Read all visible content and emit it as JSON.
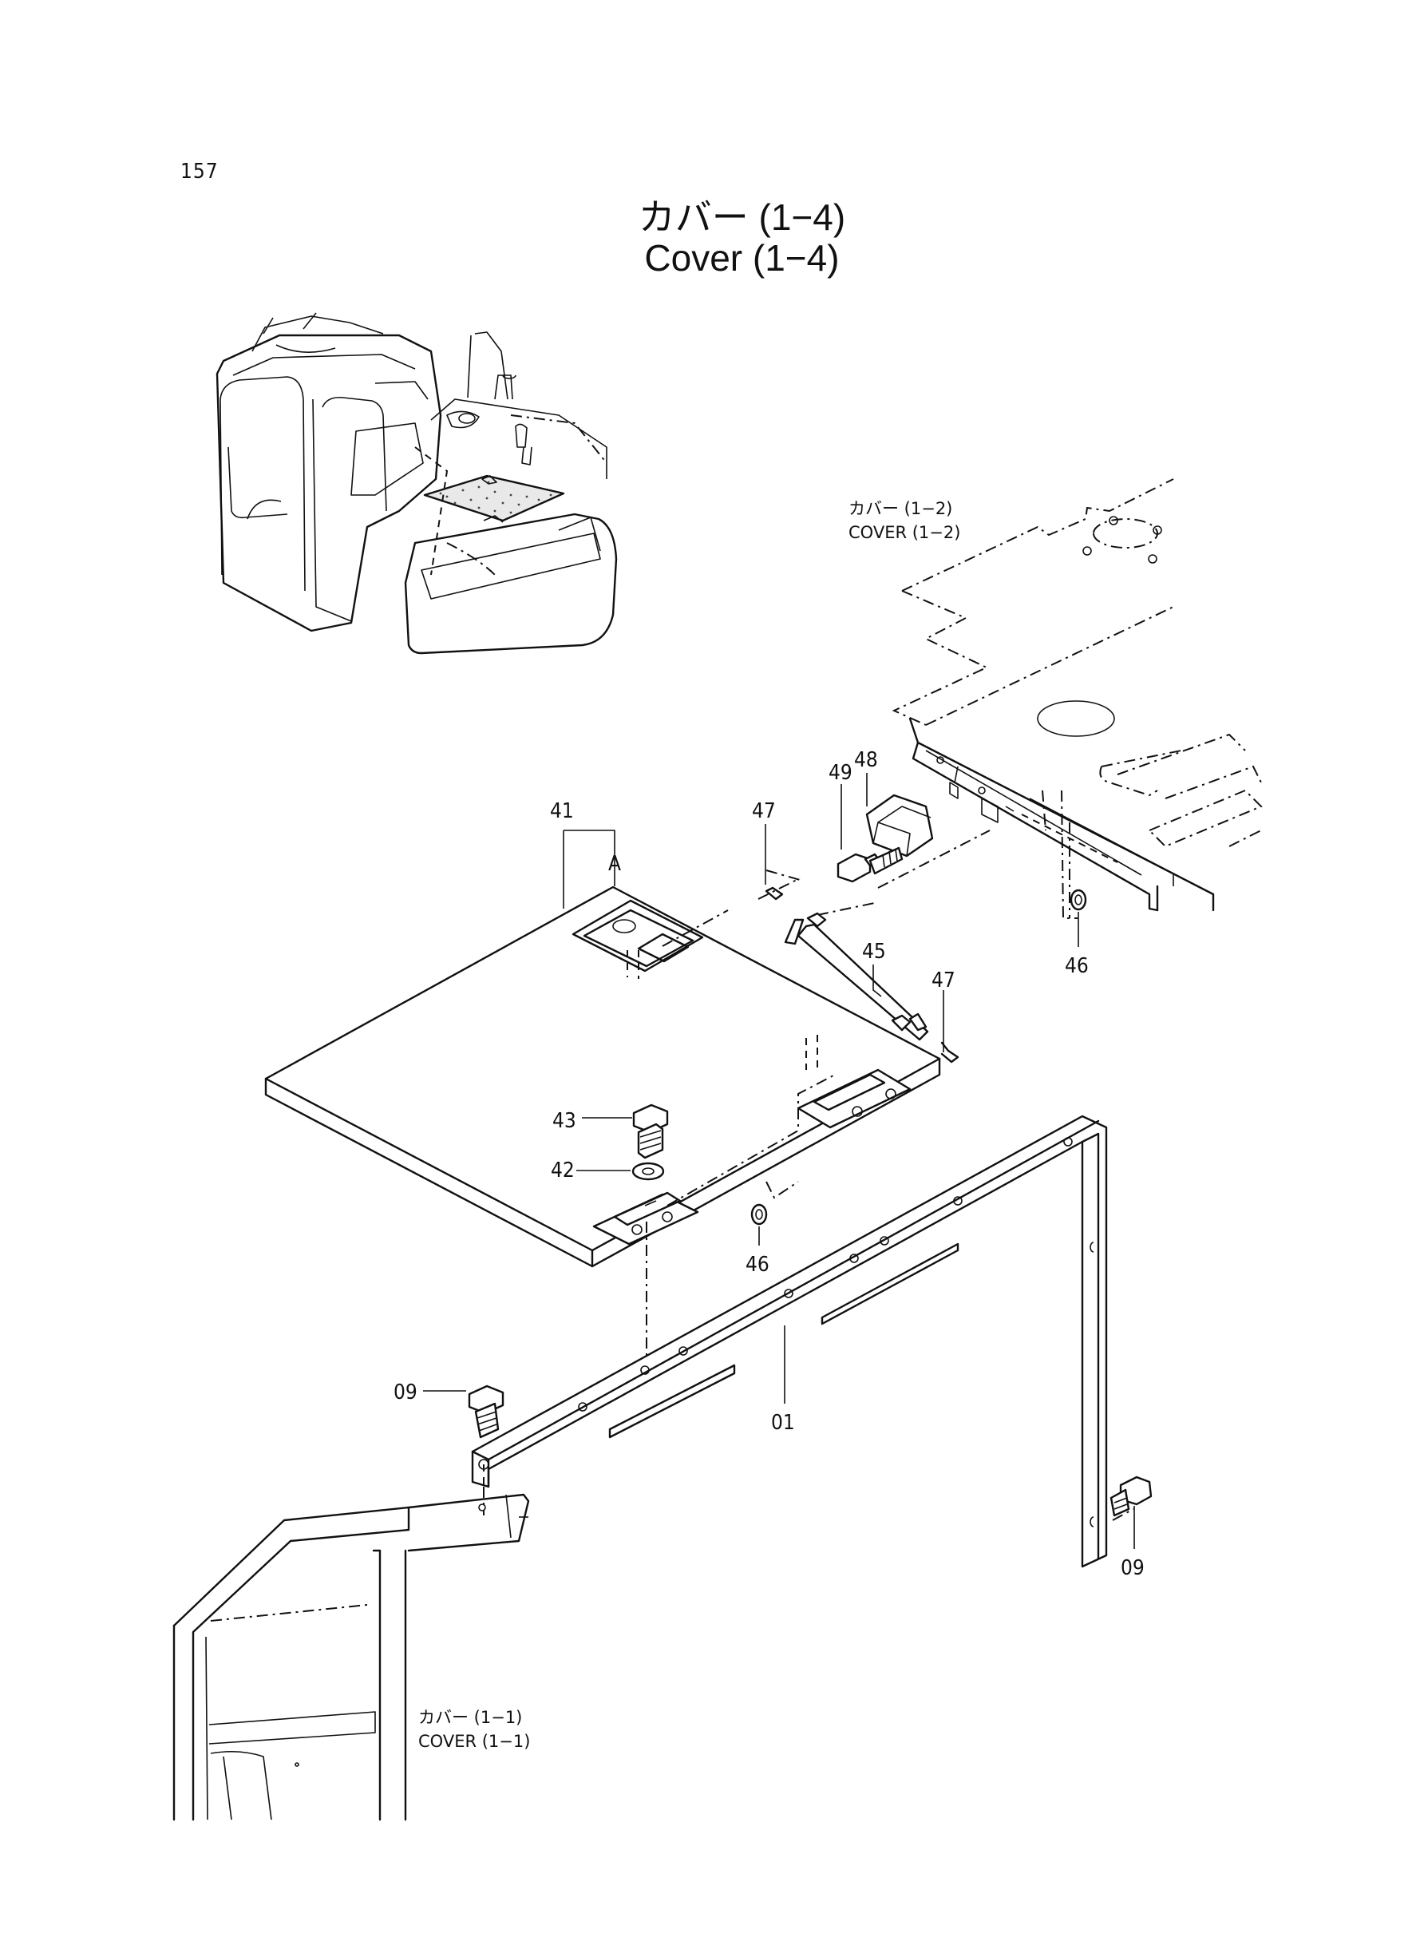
{
  "page_number": "157",
  "title_jp": "カバー (1−4)",
  "title_en": "Cover (1−4)",
  "references": [
    {
      "jp": "カバー (1−2)",
      "en": "COVER (1−2)"
    },
    {
      "jp": "カバー (1−1)",
      "en": "COVER (1−1)"
    }
  ],
  "view_label": "A",
  "callouts": {
    "c41": "41",
    "c47a": "47",
    "c49": "49",
    "c48": "48",
    "c45": "45",
    "c47b": "47",
    "c46a": "46",
    "c43": "43",
    "c42": "42",
    "c46b": "46",
    "c09a": "09",
    "c01": "01",
    "c09b": "09"
  }
}
